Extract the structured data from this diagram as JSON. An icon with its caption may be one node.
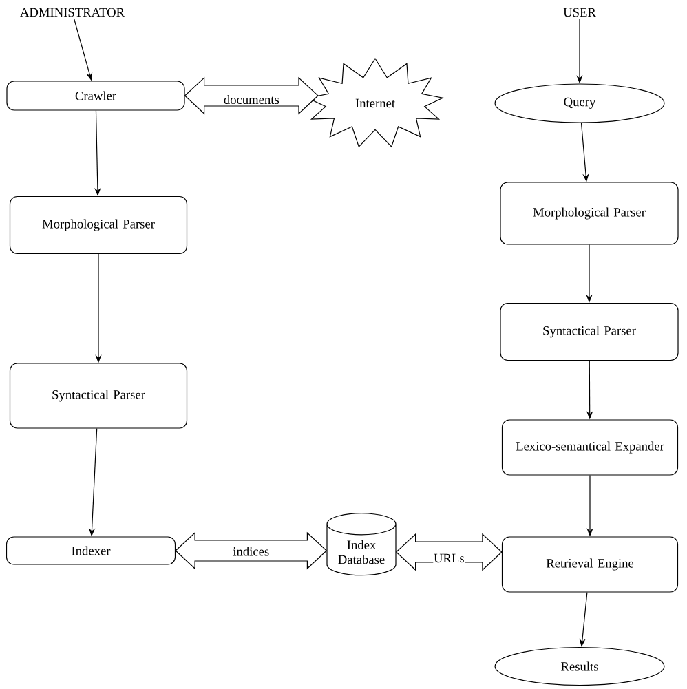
{
  "diagram": {
    "nodes": [
      {
        "text": [
          "ADMINISTRATOR"
        ]
      },
      {
        "text": [
          "USER"
        ]
      },
      {
        "text": [
          "Crawler"
        ]
      },
      {
        "text": [
          "Internet"
        ]
      },
      {
        "text": [
          "Query"
        ]
      },
      {
        "text": [
          "Morphological Parser"
        ]
      },
      {
        "text": [
          "Morphological Parser"
        ]
      },
      {
        "text": [
          "Syntactical Parser"
        ]
      },
      {
        "text": [
          "Syntactical Parser"
        ]
      },
      {
        "text": [
          "Lexico-semantical Expander"
        ]
      },
      {
        "text": [
          "Indexer"
        ]
      },
      {
        "text": [
          "Index Database"
        ]
      },
      {
        "text": [
          "Retrieval Engine"
        ]
      },
      {
        "text": [
          "Results"
        ]
      }
    ],
    "edges": [
      {
        "from": 0,
        "to": 2,
        "arrow": "to"
      },
      {
        "from": 2,
        "to": 3,
        "arrow": "both",
        "label": "documents",
        "style": "thick"
      },
      {
        "from": 2,
        "to": 5,
        "arrow": "to"
      },
      {
        "from": 5,
        "to": 7,
        "arrow": "to"
      },
      {
        "from": 7,
        "to": 10,
        "arrow": "to"
      },
      {
        "from": 10,
        "to": 11,
        "arrow": "both",
        "label": "indices",
        "style": "thick"
      },
      {
        "from": 11,
        "to": 12,
        "arrow": "both",
        "label": "URLs",
        "style": "thick"
      },
      {
        "from": 1,
        "to": 4,
        "arrow": "to"
      },
      {
        "from": 4,
        "to": 6,
        "arrow": "to"
      },
      {
        "from": 6,
        "to": 8,
        "arrow": "to"
      },
      {
        "from": 8,
        "to": 9,
        "arrow": "to"
      },
      {
        "from": 9,
        "to": 12,
        "arrow": "to"
      },
      {
        "from": 12,
        "to": 13,
        "arrow": "to"
      }
    ]
  }
}
